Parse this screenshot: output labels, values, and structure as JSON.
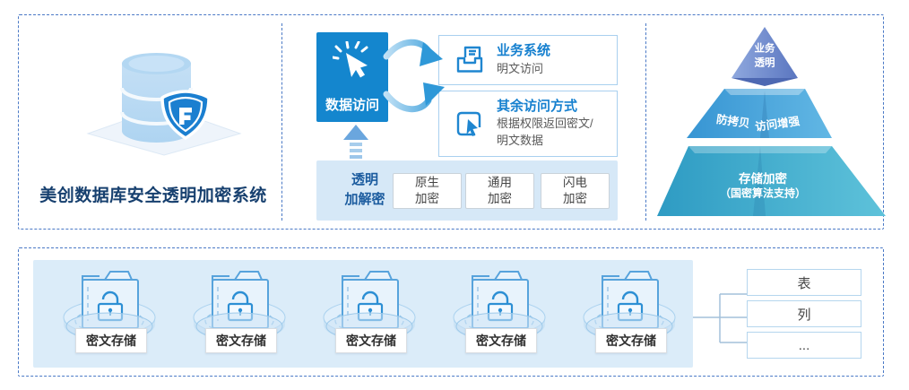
{
  "colors": {
    "accent_blue": "#1486ce",
    "title_navy": "#17406f",
    "link_blue": "#1680cf",
    "dashed_border": "#4a79c6",
    "band_bg": "#d6e8f7",
    "pyramid_top": "#5a76c0",
    "pyramid_mid": "#3d9dd8",
    "pyramid_bottom": "#2f9dc7"
  },
  "icons": {
    "left": "database-shield-icon",
    "source": "click-cursor-icon",
    "target_business": "inbox-document-icon",
    "target_other": "select-cursor-icon",
    "storage": "locked-folder-disk-icon"
  },
  "left_panel": {
    "title": "美创数据库安全透明加密系统"
  },
  "flow": {
    "source": {
      "label": "数据访问"
    },
    "targets": [
      {
        "title": "业务系统",
        "desc": "明文访问"
      },
      {
        "title": "其余访问方式",
        "desc": "根据权限返回密文/明文数据"
      }
    ],
    "band": {
      "label": "透明\n加解密",
      "modes": [
        "原生\n加密",
        "通用\n加密",
        "闪电\n加密"
      ]
    }
  },
  "pyramid": {
    "top": "业务\n透明",
    "middle_left": "防拷贝",
    "middle_right": "访问增强",
    "bottom_line1": "存储加密",
    "bottom_line2": "（国密算法支持）"
  },
  "storage": {
    "units": [
      "密文存储",
      "密文存储",
      "密文存储",
      "密文存储",
      "密文存储"
    ],
    "granularity": [
      "表",
      "列",
      "..."
    ]
  }
}
